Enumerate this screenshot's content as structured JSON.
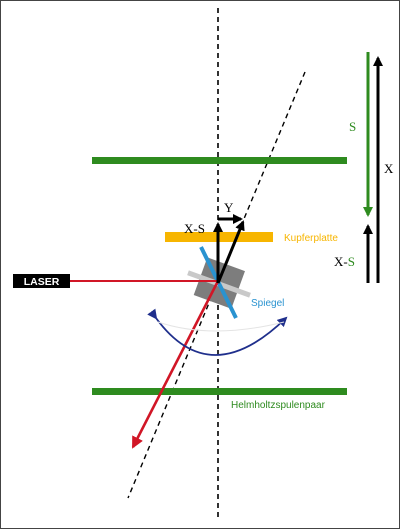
{
  "labels": {
    "laser": "LASER",
    "kupferplatte": "Kupferplatte",
    "spiegel": "Spiegel",
    "helmholtz": "Helmholtzspulenpaar",
    "s": "S",
    "x": "X",
    "y": "Y",
    "x_minus_s_prefix": "X-",
    "x_minus_s_suffix": "S"
  },
  "colors": {
    "green": "#2e8b1f",
    "orange": "#f7b500",
    "red": "#d11626",
    "blue": "#2a93d0",
    "navy": "#1f2f8c",
    "black": "#000000",
    "mirror_gray": "#7d7d7d"
  }
}
